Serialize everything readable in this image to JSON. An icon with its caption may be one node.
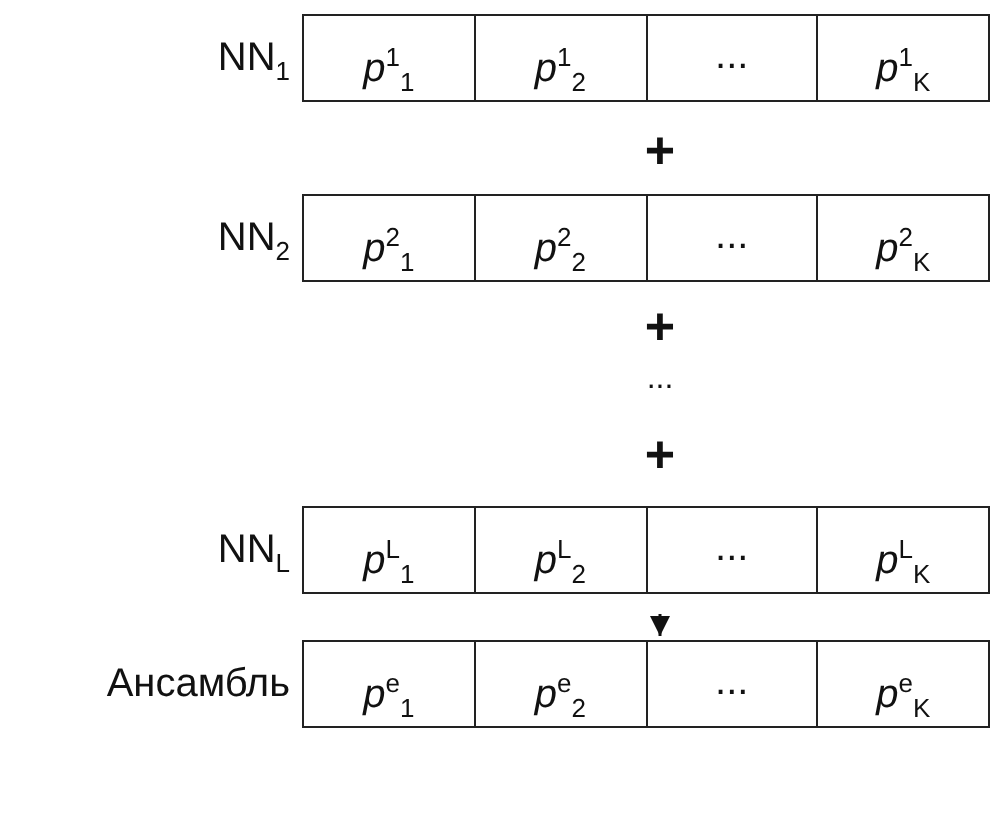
{
  "diagram": {
    "nodes": [
      {
        "text": [
          "*p*$^{1}$$_{1}$",
          "*p*$^{1}$$_{2}$",
          "...",
          "*p*$^{1}$$_{K}$"
        ],
        "beside": [
          "NN$_{1}$"
        ]
      },
      {
        "text": [
          "*p*$^{2}$$_{1}$",
          "*p*$^{2}$$_{2}$",
          "...",
          "*p*$^{2}$$_{K}$"
        ],
        "beside": [
          "NN$_{2}$"
        ]
      },
      {
        "text": [
          "*p*$^{L}$$_{1}$",
          "*p*$^{L}$$_{2}$",
          "...",
          "*p*$^{L}$$_{K}$"
        ],
        "beside": [
          "NN$_{L}$"
        ]
      },
      {
        "text": [
          "*p*$^{e}$$_{1}$",
          "*p*$^{e}$$_{2}$",
          "...",
          "*p*$^{e}$$_{K}$"
        ],
        "beside": [
          "Ансамбль"
        ]
      }
    ],
    "edges": [
      {
        "from": 2,
        "to": 3,
        "arrow": "to"
      }
    ],
    "labels": [
      "+",
      "+",
      "...",
      "+"
    ]
  }
}
